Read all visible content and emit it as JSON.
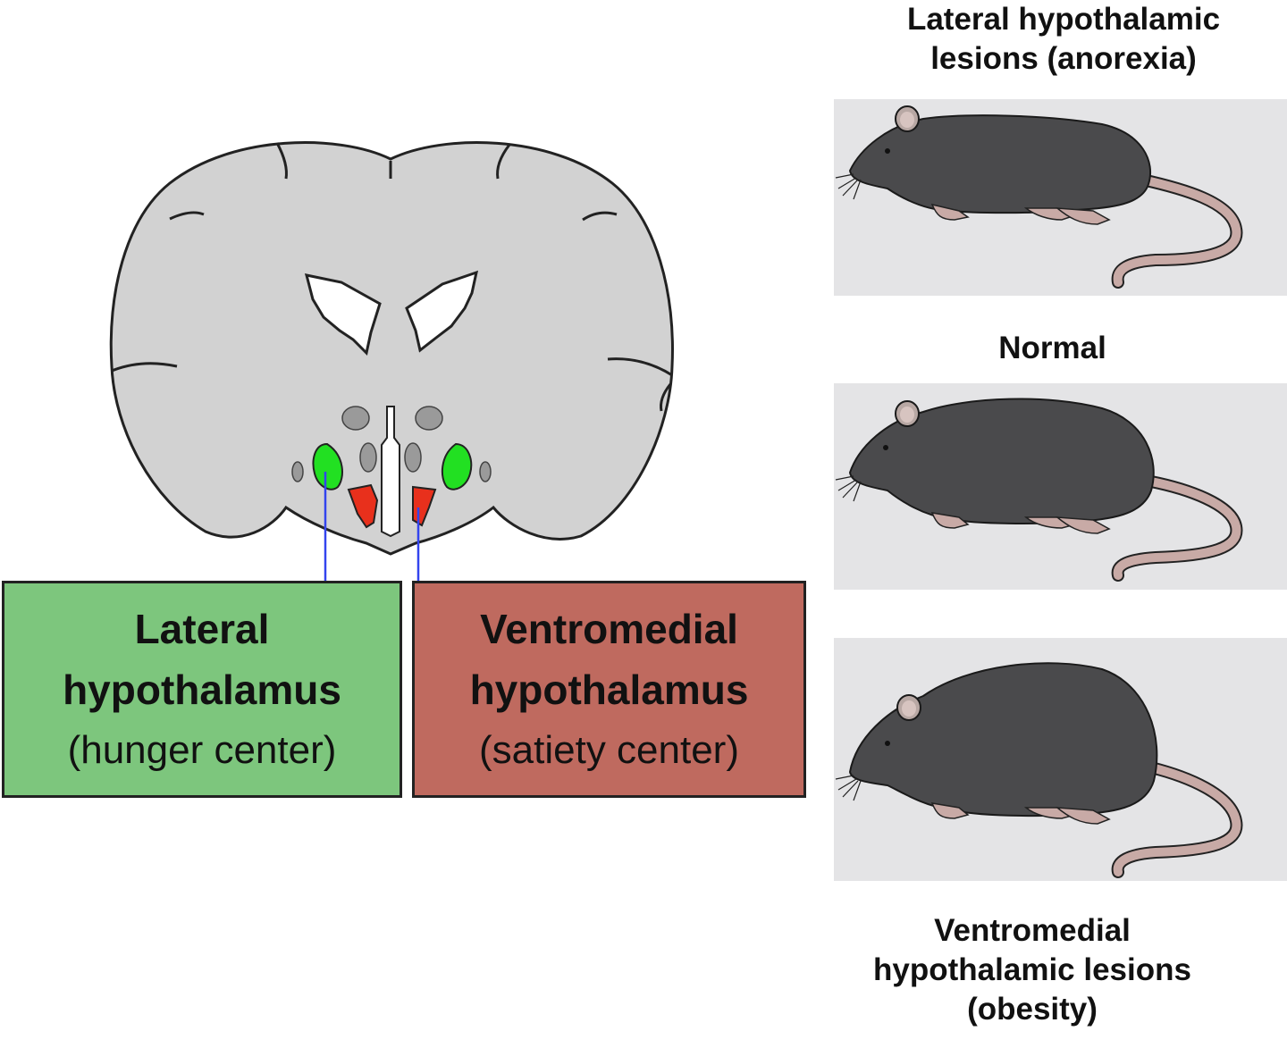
{
  "boxes": {
    "lateral": {
      "line1": "Lateral",
      "line2": "hypothalamus",
      "line3": "(hunger center)",
      "color": "#7dc67d"
    },
    "ventromedial": {
      "line1": "Ventromedial",
      "line2": "hypothalamus",
      "line3": "(satiety center)",
      "color": "#bf6a5f"
    }
  },
  "captions": {
    "top": [
      "Lateral hypothalamic",
      "lesions (anorexia)"
    ],
    "middle": [
      "Normal"
    ],
    "bottom": [
      "Ventromedial",
      "hypothalamic lesions",
      "(obesity)"
    ]
  },
  "colors": {
    "brain_fill": "#d2d2d2",
    "nucleus_gray": "#9a9a9a",
    "lateral_nucleus": "#22e022",
    "ventromedial_nucleus": "#e8301c",
    "pointer_line": "#3344ee",
    "rat_body": "#4a4a4c",
    "rat_tail": "#c8aaa6",
    "panel_bg": "#e4e4e6"
  },
  "icons": [
    "brain-coronal-section-icon",
    "rat-thin-icon",
    "rat-normal-icon",
    "rat-obese-icon"
  ]
}
